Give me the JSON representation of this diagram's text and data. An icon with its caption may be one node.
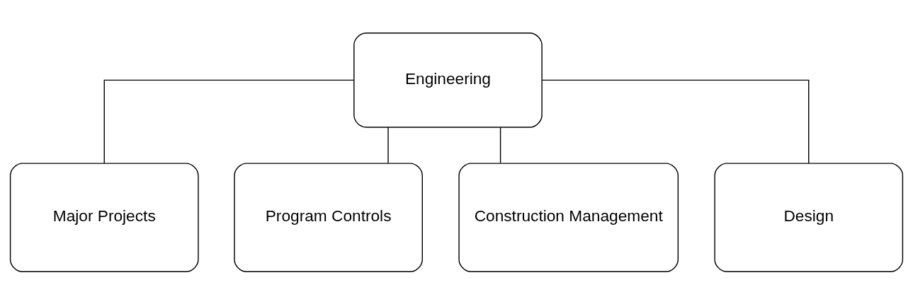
{
  "diagram": {
    "nodes": [
      {
        "text": [
          "Engineering"
        ]
      },
      {
        "text": [
          "Major Projects"
        ]
      },
      {
        "text": [
          "Program Controls"
        ]
      },
      {
        "text": [
          "Construction Management"
        ]
      },
      {
        "text": [
          "Design"
        ]
      }
    ],
    "edges": [
      {
        "from": 0,
        "to": 1,
        "arrow": "none"
      },
      {
        "from": 0,
        "to": 2,
        "arrow": "none"
      },
      {
        "from": 0,
        "to": 3,
        "arrow": "none"
      },
      {
        "from": 0,
        "to": 4,
        "arrow": "none"
      }
    ]
  }
}
